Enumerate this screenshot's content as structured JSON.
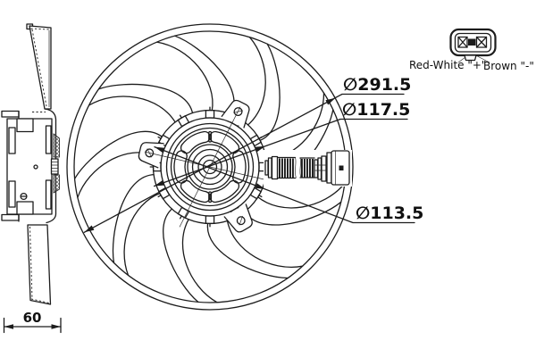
{
  "drawing": {
    "background": "#ffffff",
    "line_color": "#1c1c1c",
    "front_view": {
      "fan_outer_diameter_label": "∅291.5",
      "hub_ring_diameter_label": "∅117.5",
      "hub_inner_diameter_label": "∅113.5"
    },
    "side_view": {
      "depth_dimension_label": "60"
    },
    "connector": {
      "positive_terminal_label": "Red-White \"+\"",
      "negative_terminal_label": "Brown \"-\""
    }
  }
}
